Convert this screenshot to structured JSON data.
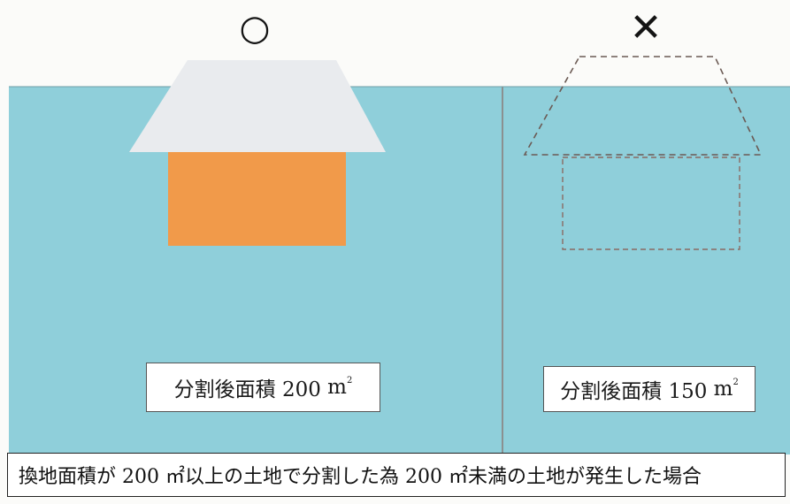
{
  "marks": {
    "ok": "○",
    "ng": "✕"
  },
  "lots": {
    "a": {
      "label": "分割後面積 200",
      "unit": "m",
      "unit_sup": "2"
    },
    "b": {
      "label": "分割後面積 150",
      "unit": "m",
      "unit_sup": "2"
    }
  },
  "caption": "換地面積が 200 ㎡以上の土地で分割した為 200 ㎡未満の土地が発生した場合",
  "colors": {
    "land": "#8fcfda",
    "roof": "#e9ebee",
    "building": "#f19a4a",
    "dashed_outline": "#8a6a62"
  }
}
